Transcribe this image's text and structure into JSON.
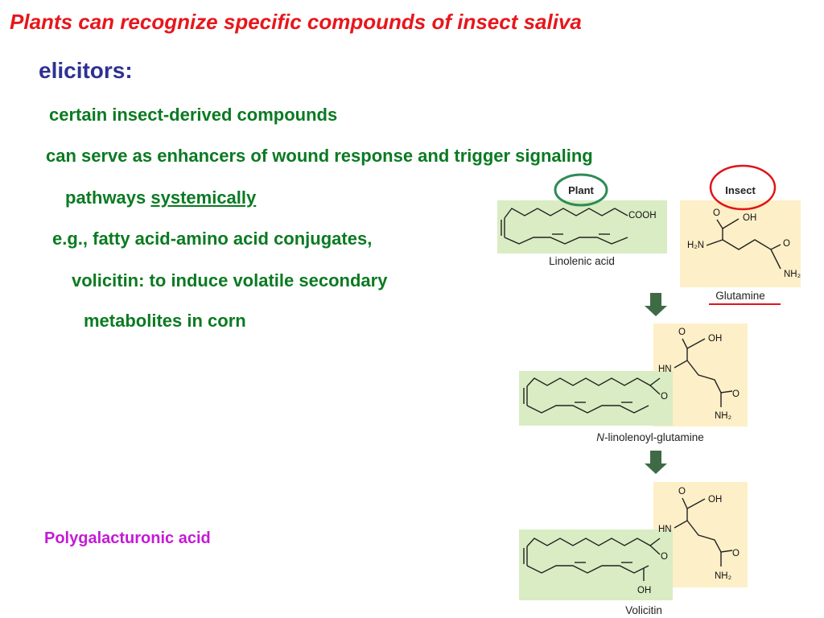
{
  "slide": {
    "title": "Plants can recognize specific compounds of insect saliva",
    "heading": "elicitors:",
    "bullets": {
      "line1": "certain insect-derived compounds",
      "line2": "can serve as enhancers of wound response and trigger signaling",
      "line3_prefix": "pathways ",
      "line3_underlined": "systemically",
      "line4": "e.g., fatty acid-amino acid conjugates,",
      "line5": "volicitin: to induce volatile secondary",
      "line6": "metabolites in corn"
    },
    "extra_note": "Polygalacturonic acid",
    "colors": {
      "title": "#e8161b",
      "heading": "#2e3192",
      "body": "#0b7a22",
      "note": "#c41ad6",
      "plant_box": "#d9ecc3",
      "insect_box": "#fdefc7",
      "plant_circle": "#2e8b57",
      "insect_circle": "#e0141b",
      "arrow": "#3e6b45"
    }
  },
  "figure": {
    "plant_label": "Plant",
    "insect_label": "Insect",
    "linolenic": {
      "group": "COOH",
      "caption": "Linolenic acid"
    },
    "glutamine": {
      "o_top": "O",
      "oh": "OH",
      "h2n": "H₂N",
      "o_right": "O",
      "nh2": "NH₂",
      "caption": "Glutamine"
    },
    "conjugate": {
      "o_top": "O",
      "oh": "OH",
      "hn": "HN",
      "o_amide": "O",
      "o_side": "O",
      "nh2": "NH₂",
      "caption_italic": "N",
      "caption_rest": "-linolenoyl-glutamine"
    },
    "volicitin": {
      "o_top": "O",
      "oh": "OH",
      "hn": "HN",
      "o_amide": "O",
      "o_side": "O",
      "nh2": "NH₂",
      "oh_chain": "OH",
      "caption": "Volicitin"
    },
    "arrows": [
      "down-arrow",
      "down-arrow"
    ]
  }
}
